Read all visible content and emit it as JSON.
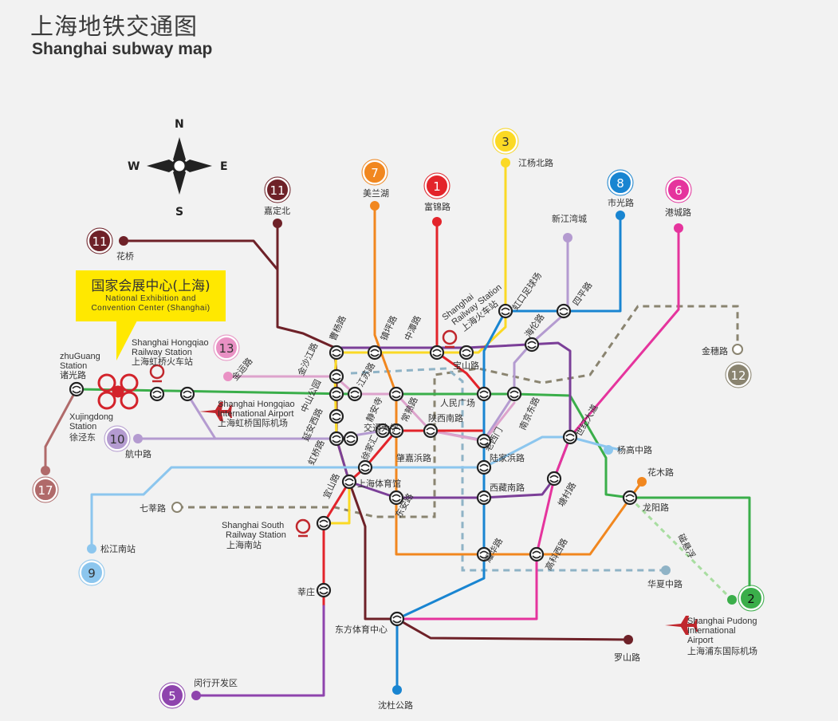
{
  "header": {
    "title_cn": "上海地铁交通图",
    "title_en": "Shanghai subway map"
  },
  "compass": {
    "n": "N",
    "s": "S",
    "e": "E",
    "w": "W"
  },
  "callout": {
    "cn": "国家会展中心(上海)",
    "en1": "National Exhibition and",
    "en2": "Convention Center (Shanghai)"
  },
  "colors": {
    "line1": "#e3242b",
    "line2": "#3aae4a",
    "line3": "#fbd925",
    "line5": "#8e44ad",
    "line6": "#e5349d",
    "line7": "#f1871f",
    "line8": "#1985d1",
    "line9": "#8cc6ee",
    "line10": "#b49bd0",
    "line11": "#6e2128",
    "line12": "#7a7262",
    "line13": "#e991c4",
    "line17": "#b06a6a",
    "line5_alt": "#7b3f98",
    "line12_dash": "#8a8470",
    "line13_alt": "#dda3cc"
  },
  "line_badges": [
    {
      "id": "b11a",
      "num": "11",
      "color": "#6e2128"
    },
    {
      "id": "b7",
      "num": "7",
      "color": "#f1871f"
    },
    {
      "id": "b1",
      "num": "1",
      "color": "#e3242b"
    },
    {
      "id": "b3",
      "num": "3",
      "color": "#fbd925"
    },
    {
      "id": "b8",
      "num": "8",
      "color": "#1985d1"
    },
    {
      "id": "b6",
      "num": "6",
      "color": "#e5349d"
    },
    {
      "id": "b11b",
      "num": "11",
      "color": "#6e2128"
    },
    {
      "id": "b13",
      "num": "13",
      "color": "#e991c4"
    },
    {
      "id": "b12",
      "num": "12",
      "color": "#8a8470"
    },
    {
      "id": "b10",
      "num": "10",
      "color": "#b49bd0"
    },
    {
      "id": "b17",
      "num": "17",
      "color": "#b06a6a"
    },
    {
      "id": "b9",
      "num": "9",
      "color": "#8cc6ee"
    },
    {
      "id": "b2",
      "num": "2",
      "color": "#3aae4a"
    },
    {
      "id": "b5",
      "num": "5",
      "color": "#8e44ad"
    }
  ],
  "stations": {
    "jiadingbei": "嘉定北",
    "meilanhu": "美兰湖",
    "fujinlu": "富锦路",
    "jiangyangbeilu": "江杨北路",
    "shiguanglu": "市光路",
    "gangchenglu": "港城路",
    "huaqiao": "花桥",
    "xinjiangwancheng": "新江湾城",
    "jinshajianglu": "金沙江路",
    "caoyanglu": "曹杨路",
    "zhenpinglu": "镇坪路",
    "zhongtanlu": "中潭路",
    "shanghai_rail_en1": "Shanghai",
    "shanghai_rail_en2": "Railway Station",
    "shanghai_rail_cn": "上海火车站",
    "hongkouzuqiuchang": "虹口足球场",
    "sipinglu": "四平路",
    "hailunlu": "海伦路",
    "baoshanlu": "宝山路",
    "jinyunlu": "金运路",
    "jiangsulu": "江苏路",
    "zhongshangongyuan": "中山公园",
    "jinganshi": "静安寺",
    "changshulu": "常熟路",
    "renminguangchang": "人民广场",
    "nanjingdonglu": "南京东路",
    "laoximen": "老西门",
    "shaanxinanlu": "陕西南路",
    "jiaotongdaxue": "交通大学",
    "yananxilu": "延安西路",
    "hongqiaolu": "虹桥路",
    "xujiahui": "徐家汇",
    "zhaojiabanglu": "肇嘉浜路",
    "lujiabanglu": "陆家浜路",
    "shijidadao": "世纪大道",
    "yishanlu": "宜山路",
    "shanghaitiyuguan": "上海体育馆",
    "dongananlu": "东安路",
    "xizangnanlu": "西藏南路",
    "tangcunlu": "塘村路",
    "yanggaozhonglu": "杨高中路",
    "huamulu": "花木路",
    "longyanglu": "龙阳路",
    "qicalu": "七莘路",
    "yaohualu": "耀华路",
    "gaokexilu": "高科西路",
    "huaxiazhonglu": "华夏中路",
    "jinsuilu": "金穗路",
    "maglev": "磁悬浮",
    "xinzhuang": "莘庄",
    "dongfangtiyuzhongxin": "东方体育中心",
    "luoshanlu": "罗山路",
    "shenshegonglu": "沈杜公路",
    "minhangkaifaqu": "闵行开发区",
    "hangzhonglu": "航中路",
    "songjiangnanzhan": "松江南站",
    "zhuguang_en1": "zhuGuang",
    "zhuguang_en2": "Station",
    "zhuguang_cn": "诸光路",
    "xujingdong_en1": "Xujingdong",
    "xujingdong_en2": "Station",
    "xujingdong_cn": "徐泾东",
    "hqrail_en1": "Shanghai Hongqiao",
    "hqrail_en2": "Railway Station",
    "hqrail_cn": "上海虹桥火车站",
    "hqair_en1": "Shanghai Hongqiao",
    "hqair_en2": "International Airport",
    "hqair_cn": "上海虹桥国际机场",
    "south_en1": "Shanghai South",
    "south_en2": "Railway Station",
    "south_cn": "上海南站",
    "pudong_en1": "Shanghai Pudong",
    "pudong_en2": "International",
    "pudong_en3": "Airport",
    "pudong_cn": "上海浦东国际机场"
  }
}
